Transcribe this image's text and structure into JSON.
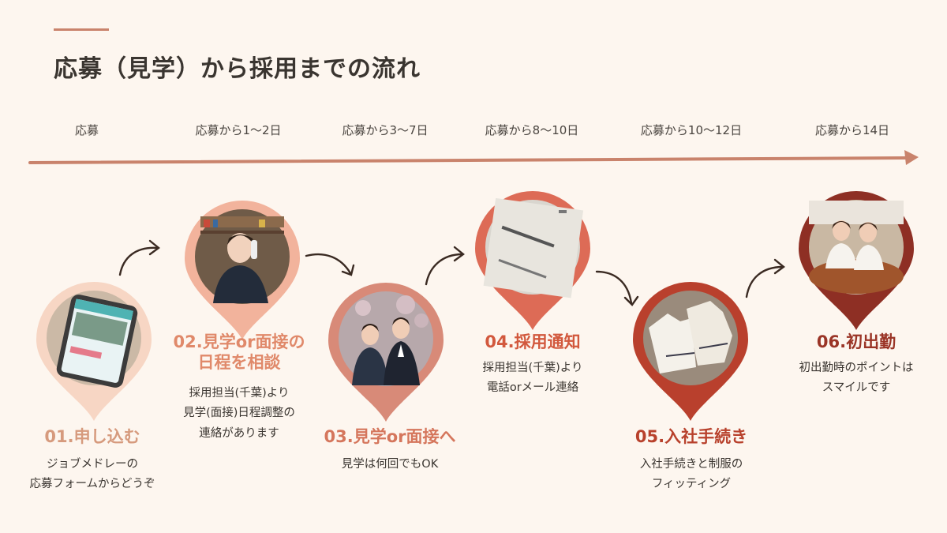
{
  "page": {
    "title": "応募（見学）から採用までの流れ"
  },
  "timeline": {
    "labels": [
      "応募",
      "応募から1〜2日",
      "応募から3〜7日",
      "応募から8〜10日",
      "応募から10〜12日",
      "応募から14日"
    ]
  },
  "steps": [
    {
      "title": "01.申し込む",
      "desc": [
        "ジョブメドレーの",
        "応募フォームからどうぞ"
      ],
      "photo": "phone-app-photo",
      "color": "#f7d6c4",
      "title_color": "#d69a7d"
    },
    {
      "title": "02.見学or面接の日程を相談",
      "title_lines": [
        "02.見学or面接の",
        "日程を相談"
      ],
      "desc": [
        "採用担当(千葉)より",
        "見学(面接)日程調整の",
        "連絡があります"
      ],
      "photo": "staff-on-phone-photo",
      "color": "#f2b39c",
      "title_color": "#e0896a"
    },
    {
      "title": "03.見学or面接へ",
      "desc": [
        "見学は何回でもOK"
      ],
      "photo": "staff-duo-photo",
      "color": "#d88a78",
      "title_color": "#d5765c"
    },
    {
      "title": "04.採用通知",
      "desc": [
        "採用担当(千葉)より",
        "電話orメール連絡"
      ],
      "photo": "offer-letter-photo",
      "color": "#dd6b56",
      "title_color": "#d2583d"
    },
    {
      "title": "05.入社手続き",
      "desc": [
        "入社手続きと制服の",
        "フィッティング"
      ],
      "photo": "uniform-photo",
      "color": "#b9402d",
      "title_color": "#b8412c"
    },
    {
      "title": "06.初出勤",
      "desc": [
        "初出勤時のポイントは",
        "スマイルです"
      ],
      "photo": "smiling-staff-photo",
      "color": "#8e2f24",
      "title_color": "#9a3426"
    }
  ],
  "colors": {
    "background": "#fdf6ef",
    "arrow": "#c9836c",
    "connector": "#3a2a22"
  }
}
